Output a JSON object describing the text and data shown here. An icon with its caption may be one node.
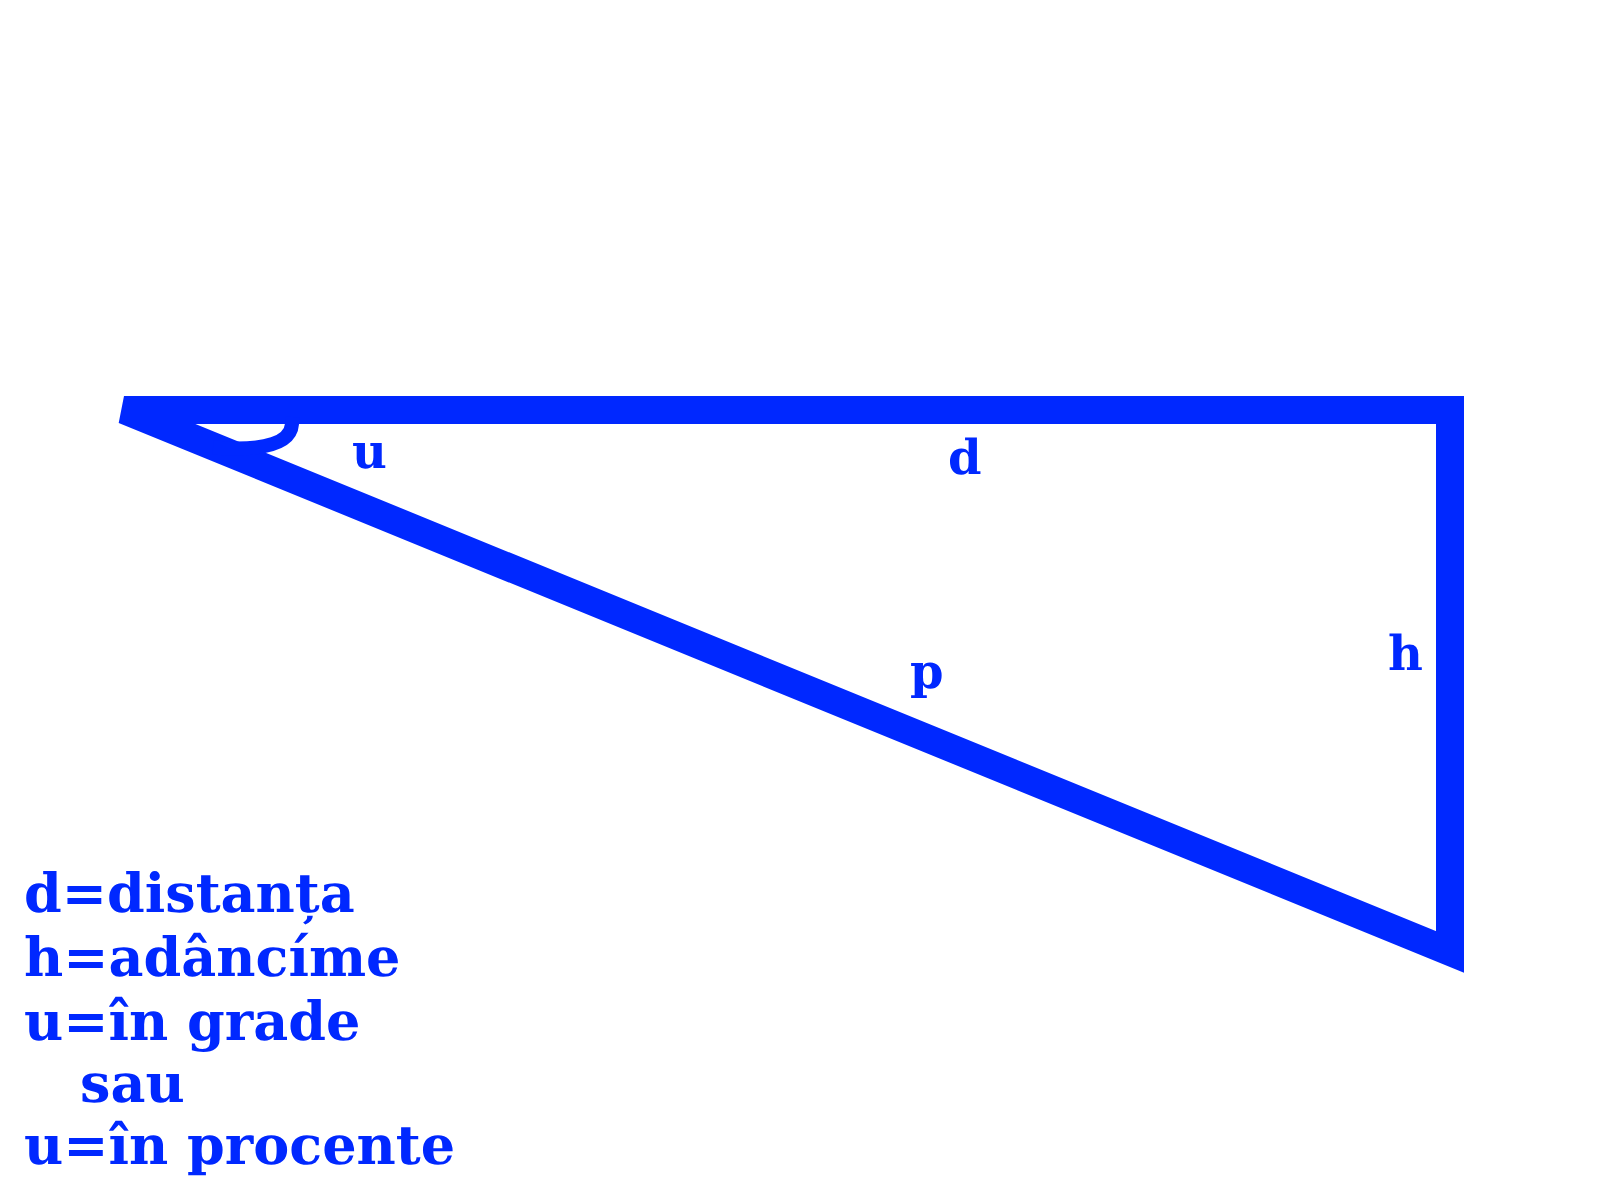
{
  "diagram": {
    "labels": [
      "u",
      "d",
      "p",
      "h",
      "d=distanța",
      "h=adâncíme",
      "u=în grade",
      "sau",
      "u=în procente"
    ]
  }
}
